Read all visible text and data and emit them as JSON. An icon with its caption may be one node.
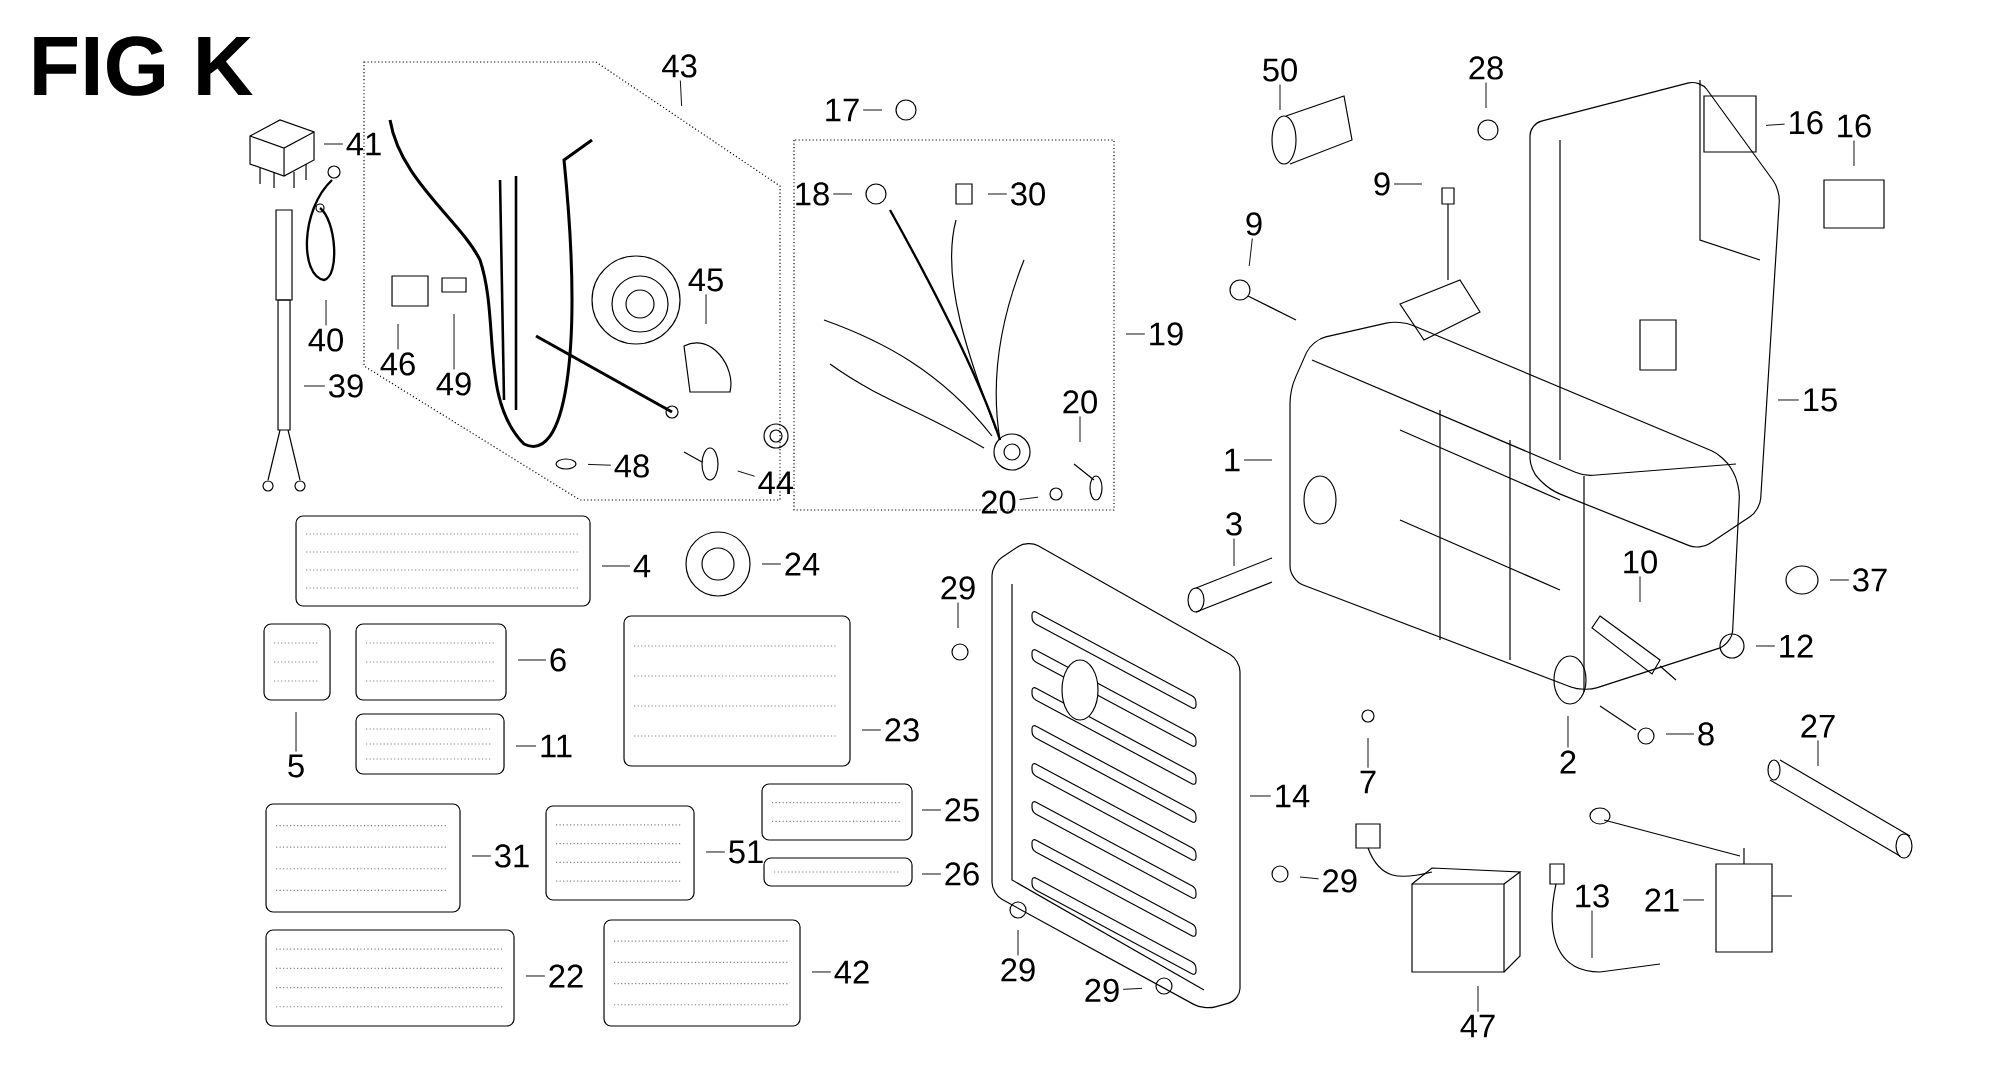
{
  "diagram": {
    "title": "FIG K",
    "nodes": [
      {
        "text": [
          "43"
        ]
      },
      {
        "text": [
          "41"
        ]
      },
      {
        "text": [
          "40"
        ]
      },
      {
        "text": [
          "39"
        ]
      },
      {
        "text": [
          "46"
        ]
      },
      {
        "text": [
          "49"
        ]
      },
      {
        "text": [
          "45"
        ]
      },
      {
        "text": [
          "48"
        ]
      },
      {
        "text": [
          "44"
        ]
      },
      {
        "text": [
          "17"
        ]
      },
      {
        "text": [
          "18"
        ]
      },
      {
        "text": [
          "30"
        ]
      },
      {
        "text": [
          "19"
        ]
      },
      {
        "text": [
          "20"
        ]
      },
      {
        "text": [
          "20"
        ]
      },
      {
        "text": [
          "50"
        ]
      },
      {
        "text": [
          "28"
        ]
      },
      {
        "text": [
          "9"
        ]
      },
      {
        "text": [
          "9"
        ]
      },
      {
        "text": [
          "16"
        ]
      },
      {
        "text": [
          "16"
        ]
      },
      {
        "text": [
          "15"
        ]
      },
      {
        "text": [
          "1"
        ]
      },
      {
        "text": [
          "4"
        ]
      },
      {
        "text": [
          "24"
        ]
      },
      {
        "text": [
          "3"
        ]
      },
      {
        "text": [
          "29"
        ]
      },
      {
        "text": [
          "10"
        ]
      },
      {
        "text": [
          "37"
        ]
      },
      {
        "text": [
          "12"
        ]
      },
      {
        "text": [
          "6"
        ]
      },
      {
        "text": [
          "5"
        ]
      },
      {
        "text": [
          "23"
        ]
      },
      {
        "text": [
          "8"
        ]
      },
      {
        "text": [
          "11"
        ]
      },
      {
        "text": [
          "2"
        ]
      },
      {
        "text": [
          "7"
        ]
      },
      {
        "text": [
          "14"
        ]
      },
      {
        "text": [
          "25"
        ]
      },
      {
        "text": [
          "31"
        ]
      },
      {
        "text": [
          "51"
        ]
      },
      {
        "text": [
          "26"
        ]
      },
      {
        "text": [
          "29"
        ]
      },
      {
        "text": [
          "13"
        ]
      },
      {
        "text": [
          "21"
        ]
      },
      {
        "text": [
          "29"
        ]
      },
      {
        "text": [
          "22"
        ]
      },
      {
        "text": [
          "42"
        ]
      },
      {
        "text": [
          "29"
        ]
      },
      {
        "text": [
          "47"
        ]
      },
      {
        "text": [
          "27"
        ]
      }
    ],
    "edges": [
      {
        "from": 0,
        "to": null,
        "arrow": "none"
      },
      {
        "from": 1,
        "to": null,
        "arrow": "none"
      },
      {
        "from": 2,
        "to": null,
        "arrow": "none"
      },
      {
        "from": 3,
        "to": null,
        "arrow": "none"
      },
      {
        "from": 4,
        "to": null,
        "arrow": "none"
      },
      {
        "from": 5,
        "to": null,
        "arrow": "none"
      },
      {
        "from": 6,
        "to": null,
        "arrow": "none"
      },
      {
        "from": 7,
        "to": null,
        "arrow": "none"
      },
      {
        "from": 8,
        "to": null,
        "arrow": "none"
      },
      {
        "from": 9,
        "to": null,
        "arrow": "none"
      },
      {
        "from": 10,
        "to": null,
        "arrow": "none"
      },
      {
        "from": 11,
        "to": null,
        "arrow": "none"
      },
      {
        "from": 12,
        "to": null,
        "arrow": "none"
      },
      {
        "from": 13,
        "to": null,
        "arrow": "none"
      },
      {
        "from": 14,
        "to": null,
        "arrow": "none"
      },
      {
        "from": 15,
        "to": null,
        "arrow": "none"
      },
      {
        "from": 16,
        "to": null,
        "arrow": "none"
      },
      {
        "from": 17,
        "to": null,
        "arrow": "none"
      },
      {
        "from": 18,
        "to": null,
        "arrow": "none"
      },
      {
        "from": 19,
        "to": null,
        "arrow": "none"
      },
      {
        "from": 20,
        "to": null,
        "arrow": "none"
      },
      {
        "from": 21,
        "to": null,
        "arrow": "none"
      },
      {
        "from": 22,
        "to": null,
        "arrow": "none"
      },
      {
        "from": 23,
        "to": null,
        "arrow": "none"
      },
      {
        "from": 24,
        "to": null,
        "arrow": "none"
      },
      {
        "from": 25,
        "to": null,
        "arrow": "none"
      },
      {
        "from": 26,
        "to": null,
        "arrow": "none"
      },
      {
        "from": 27,
        "to": null,
        "arrow": "none"
      },
      {
        "from": 28,
        "to": null,
        "arrow": "none"
      },
      {
        "from": 29,
        "to": null,
        "arrow": "none"
      },
      {
        "from": 30,
        "to": null,
        "arrow": "none"
      },
      {
        "from": 31,
        "to": null,
        "arrow": "none"
      },
      {
        "from": 32,
        "to": null,
        "arrow": "none"
      },
      {
        "from": 33,
        "to": null,
        "arrow": "none"
      },
      {
        "from": 34,
        "to": null,
        "arrow": "none"
      },
      {
        "from": 35,
        "to": null,
        "arrow": "none"
      },
      {
        "from": 36,
        "to": null,
        "arrow": "none"
      },
      {
        "from": 37,
        "to": null,
        "arrow": "none"
      },
      {
        "from": 38,
        "to": null,
        "arrow": "none"
      },
      {
        "from": 39,
        "to": null,
        "arrow": "none"
      },
      {
        "from": 40,
        "to": null,
        "arrow": "none"
      },
      {
        "from": 41,
        "to": null,
        "arrow": "none"
      },
      {
        "from": 42,
        "to": null,
        "arrow": "none"
      },
      {
        "from": 43,
        "to": null,
        "arrow": "none"
      },
      {
        "from": 44,
        "to": null,
        "arrow": "none"
      },
      {
        "from": 45,
        "to": null,
        "arrow": "none"
      },
      {
        "from": 46,
        "to": null,
        "arrow": "none"
      },
      {
        "from": 47,
        "to": null,
        "arrow": "none"
      },
      {
        "from": 48,
        "to": null,
        "arrow": "none"
      },
      {
        "from": 49,
        "to": null,
        "arrow": "none"
      },
      {
        "from": 50,
        "to": null,
        "arrow": "none"
      }
    ]
  }
}
